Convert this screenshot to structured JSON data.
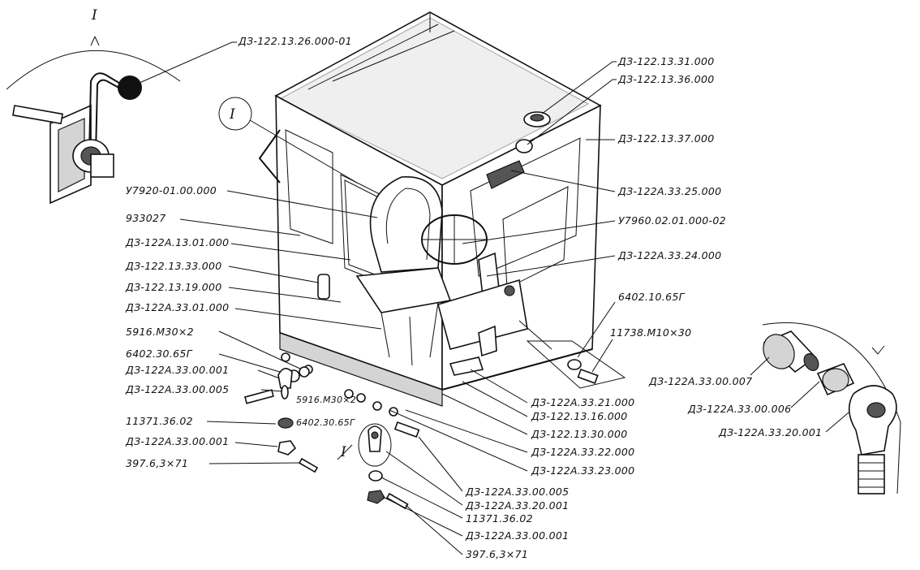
{
  "view_markers": {
    "top_left": "I",
    "cab_callout": "I",
    "bottom_detail": "I"
  },
  "labels": {
    "lever_part": "ДЗ-122.13.26.000-01",
    "right_1": "ДЗ-122.13.31.000",
    "right_2": "ДЗ-122.13.36.000",
    "right_3": "ДЗ-122.13.37.000",
    "right_4": "ДЗ-122А.33.25.000",
    "right_5": "У7960.02.01.000-02",
    "right_6": "ДЗ-122А.33.24.000",
    "right_7": "6402.10.65Г",
    "right_8": "11738.М10×30",
    "left_1": "У7920-01.00.000",
    "left_2": "933027",
    "left_3": "ДЗ-122А.13.01.000",
    "left_4": "ДЗ-122.13.33.000",
    "left_5": "ДЗ-122.13.19.000",
    "left_6": "ДЗ-122А.33.01.000",
    "left_7": "5916.М30×2",
    "left_8": "6402.30.65Г",
    "left_9": "ДЗ-122А.33.00.001",
    "left_10": "ДЗ-122А.33.00.005",
    "left_11": "11371.36.02",
    "left_12": "ДЗ-122А.33.00.001",
    "left_13": "397.6,3×71",
    "inline_1": "5916.М30×2",
    "inline_2": "6402.30.65Г",
    "bottom_1": "ДЗ-122А.33.21.000",
    "bottom_2": "ДЗ-122.13.16.000",
    "bottom_3": "ДЗ-122.13.30.000",
    "bottom_4": "ДЗ-122А.33.22.000",
    "bottom_5": "ДЗ-122А.33.23.000",
    "bottom_6": "ДЗ-122А.33.00.005",
    "bottom_7": "ДЗ-122А.33.20.001",
    "bottom_8": "11371.36.02",
    "bottom_9": "ДЗ-122А.33.00.001",
    "bottom_10": "397.6,3×71",
    "detail_1": "ДЗ-122А.33.00.007",
    "detail_2": "ДЗ-122А.33.00.006",
    "detail_3": "ДЗ-122А.33.20.001"
  }
}
